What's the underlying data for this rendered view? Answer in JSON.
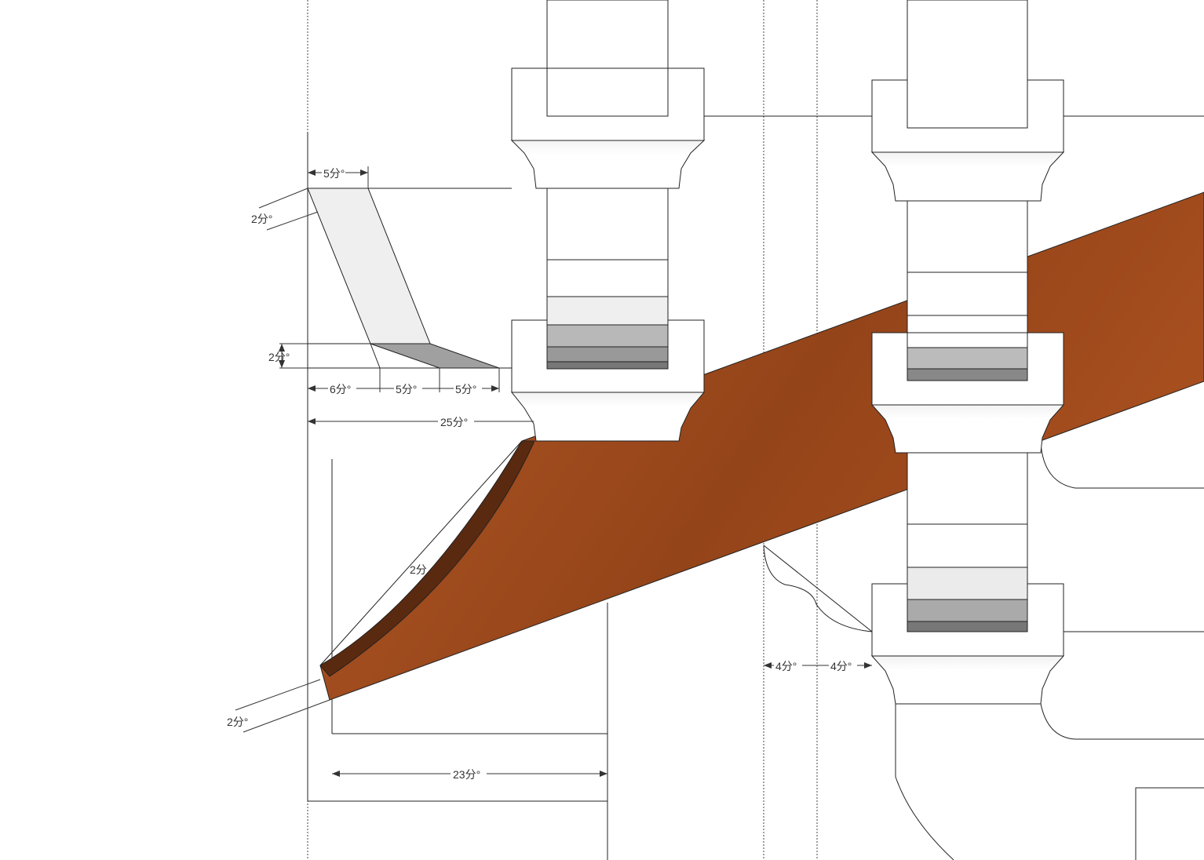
{
  "colors": {
    "wood": "#9c4a1c",
    "wood_dark": "#5a2a10",
    "light": "#efefef",
    "mid": "#b8b8b8",
    "dark": "#999999",
    "darkest": "#777777"
  },
  "dimensions": {
    "top_width": "5分°",
    "slant_thickness": "2分°",
    "lower_height": "2分°",
    "seg1": "6分°",
    "seg2": "5分°",
    "seg3": "5分°",
    "total": "25分°",
    "curve_thickness": "2分",
    "beam_thickness": "2分°",
    "base": "23分°",
    "gap1": "4分°",
    "gap2": "4分°"
  }
}
